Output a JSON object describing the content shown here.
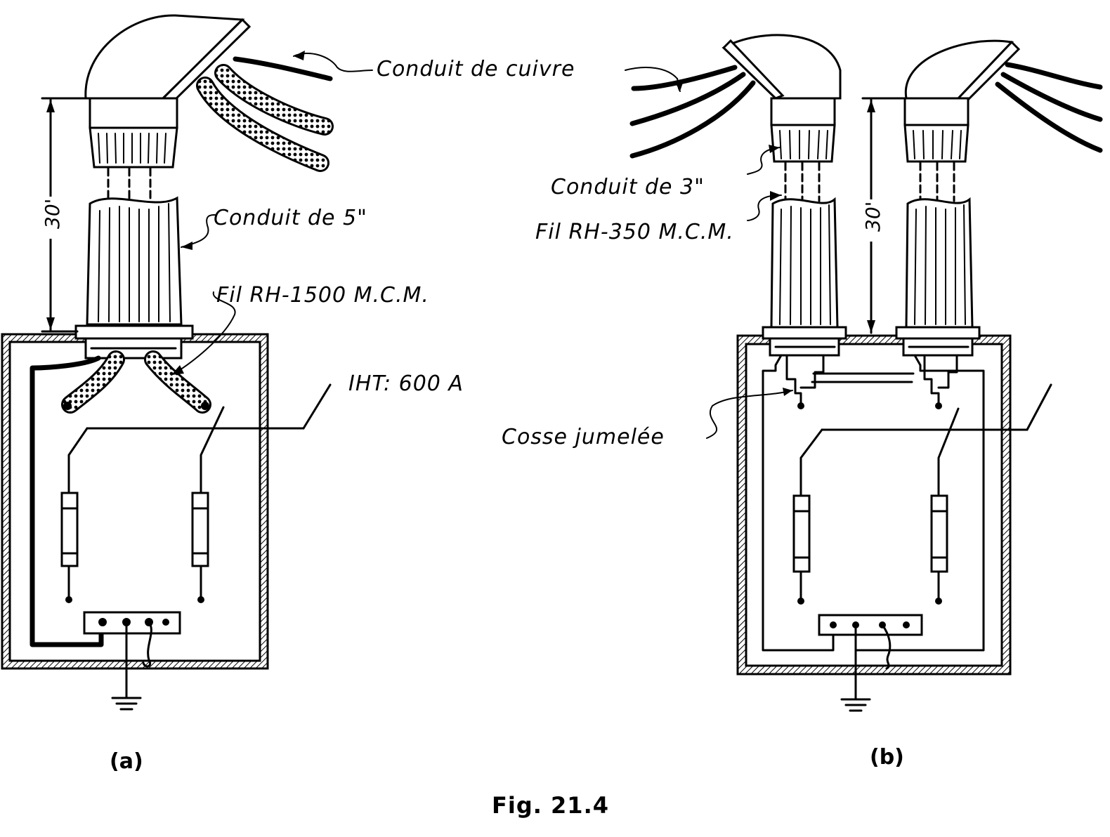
{
  "labels": {
    "copper_conduit": "Conduit de cuivre",
    "conduit_5": "Conduit de 5\"",
    "wire_rh_1500": "Fil RH-1500 M.C.M.",
    "iht_600": "IHT: 600 A",
    "conduit_3": "Conduit de 3\"",
    "wire_rh_350": "Fil RH-350 M.C.M.",
    "twin_lug": "Cosse jumelée",
    "dim_a": "30'",
    "dim_b": "30'"
  },
  "captions": {
    "a": "(a)",
    "b": "(b)",
    "figure": "Fig. 21.4"
  }
}
